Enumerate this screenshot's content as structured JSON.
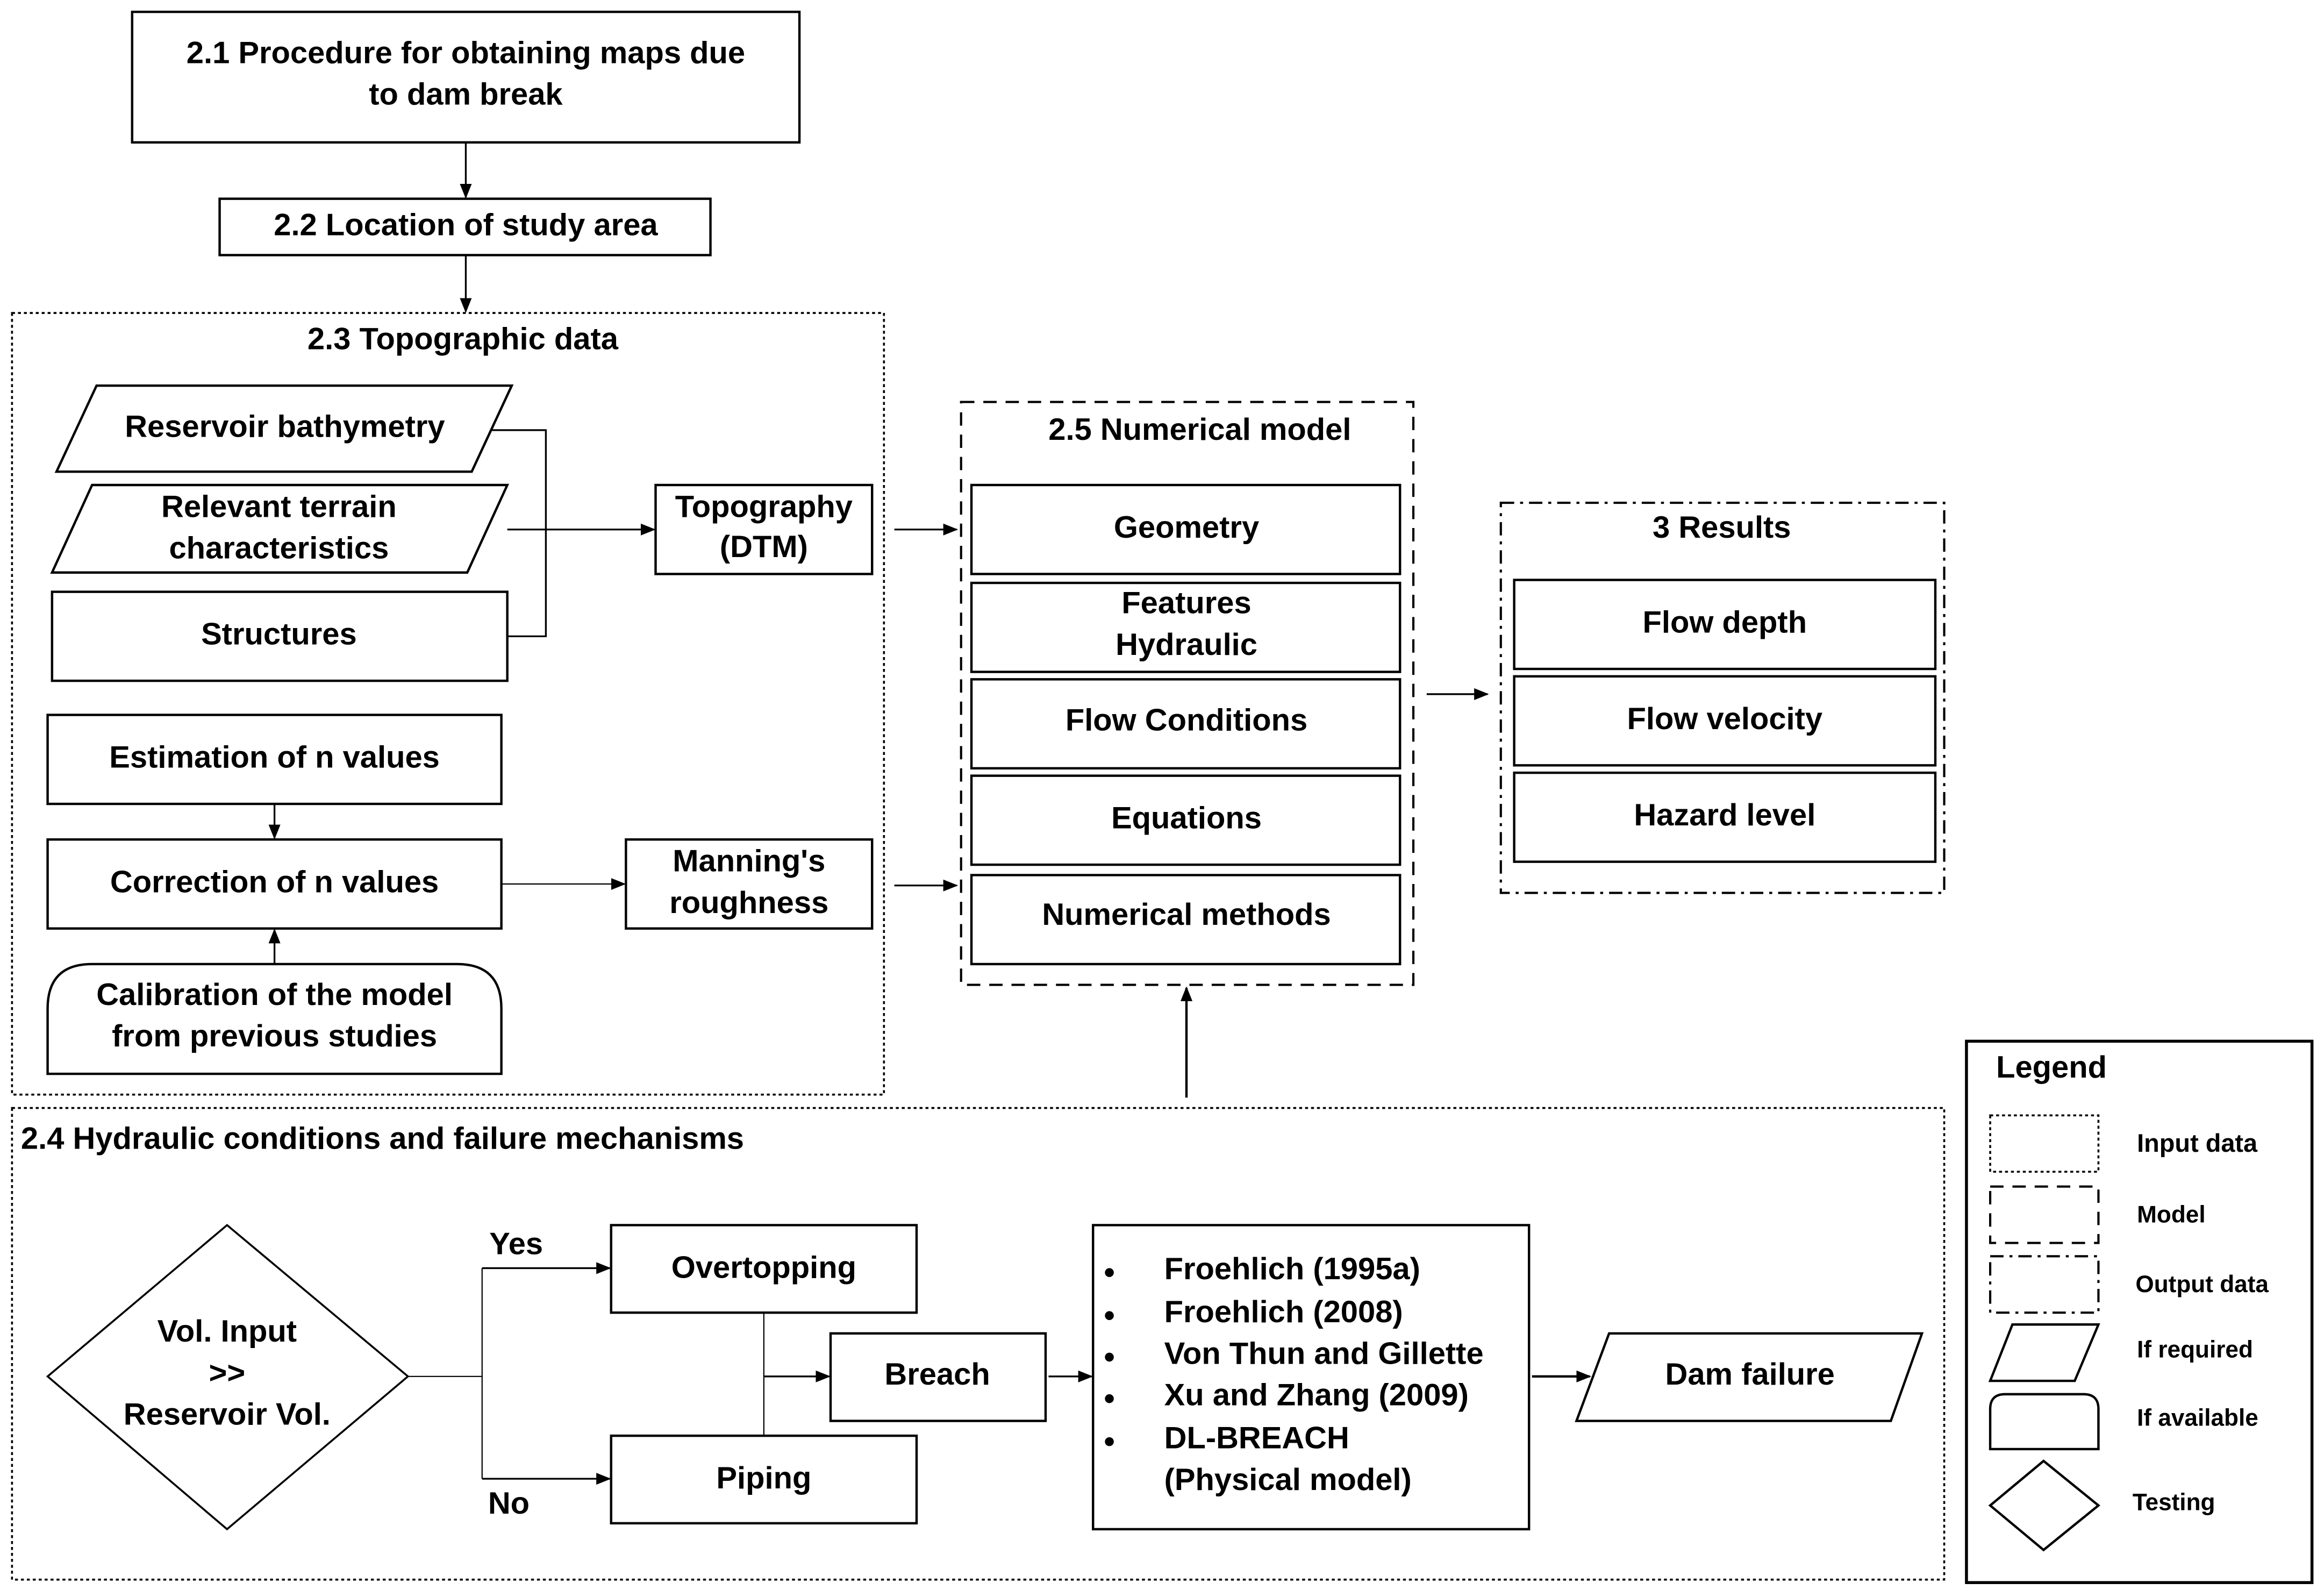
{
  "s21": {
    "line1": "2.1 Procedure for obtaining maps due",
    "line2": "to dam break"
  },
  "s22": {
    "title": "2.2 Location of study area"
  },
  "s23": {
    "title": "2.3 Topographic data",
    "reservoir": "Reservoir bathymetry",
    "terrain1": "Relevant terrain",
    "terrain2": "characteristics",
    "structures": "Structures",
    "topo1": "Topography",
    "topo2": "(DTM)",
    "estimation": "Estimation of n values",
    "correction": "Correction of n values",
    "calib1": "Calibration of the model",
    "calib2": "from previous studies",
    "manning1": "Manning's",
    "manning2": "roughness"
  },
  "s25": {
    "title": "2.5 Numerical model",
    "geometry": "Geometry",
    "features1": "Features",
    "features2": "Hydraulic",
    "flow": "Flow Conditions",
    "equations": "Equations",
    "methods": "Numerical methods"
  },
  "s3": {
    "title": "3 Results",
    "depth": "Flow depth",
    "velocity": "Flow velocity",
    "hazard": "Hazard level"
  },
  "s24": {
    "title": "2.4 Hydraulic conditions and failure mechanisms",
    "test1": "Vol. Input",
    "test2": ">>",
    "test3": "Reservoir Vol.",
    "yes": "Yes",
    "no": "No",
    "overtopping": "Overtopping",
    "piping": "Piping",
    "breach": "Breach",
    "methods": [
      "Froehlich (1995a)",
      "Froehlich (2008)",
      "Von Thun and Gillette",
      "Xu and Zhang (2009)",
      "DL-BREACH",
      "(Physical model)"
    ],
    "dam_failure": "Dam failure"
  },
  "legend": {
    "title": "Legend",
    "input": "Input data",
    "model": "Model",
    "output": "Output data",
    "required": "If required",
    "available": "If available",
    "testing": "Testing"
  }
}
